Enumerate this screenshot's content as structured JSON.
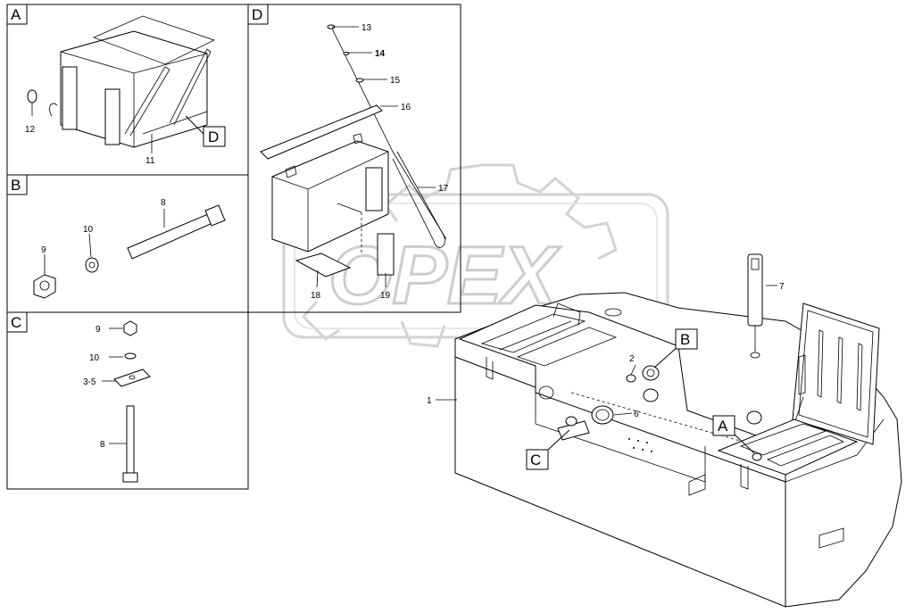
{
  "watermark": {
    "text": "OPEX"
  },
  "panels": [
    {
      "id": "A",
      "letter": "A"
    },
    {
      "id": "B",
      "letter": "B"
    },
    {
      "id": "C",
      "letter": "C"
    },
    {
      "id": "D",
      "letter": "D"
    }
  ],
  "callout_boxes": {
    "d_in_a": "D",
    "b_main": "B",
    "a_main": "A",
    "c_main": "C"
  },
  "part_labels": {
    "p11": "11",
    "p12": "12",
    "p8b": "8",
    "p9b": "9",
    "p10b": "10",
    "p9c": "9",
    "p10c": "10",
    "p35c": "3-5",
    "p8c": "8",
    "p13": "13",
    "p14": "14",
    "p15": "15",
    "p16": "16",
    "p17": "17",
    "p18": "18",
    "p19": "19",
    "p1": "1",
    "p2": "2",
    "p6": "6",
    "p7": "7"
  }
}
